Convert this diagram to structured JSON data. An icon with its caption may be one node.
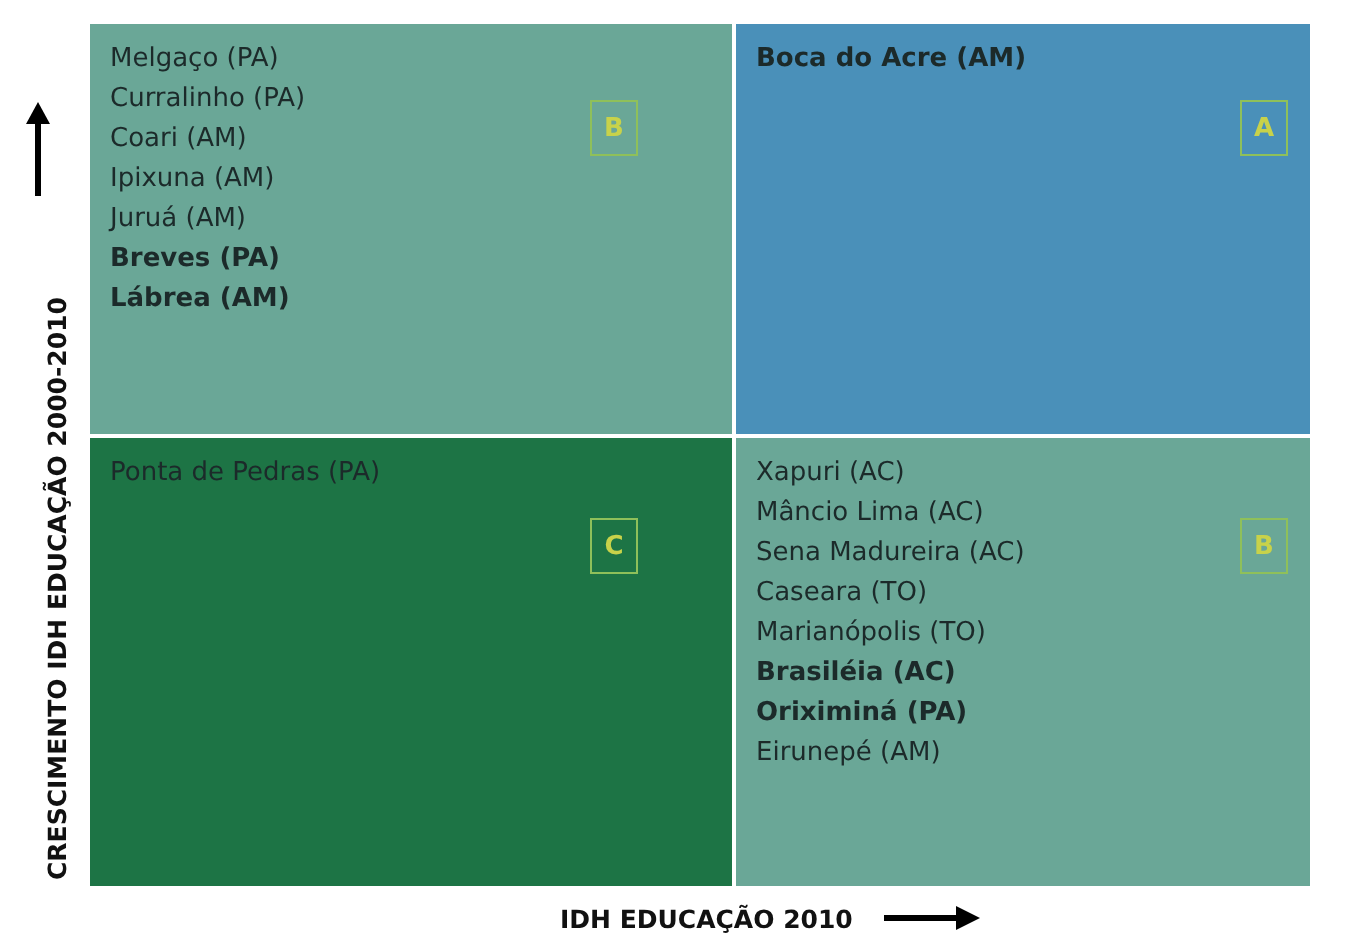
{
  "diagram": {
    "nodes": [
      {
        "text": [
          "Melgaço (PA)",
          "Curralinho (PA)",
          "Coari (AM)",
          "Ipixuna (AM)",
          "Juruá (AM)",
          "**Breves (PA)**",
          "**Lábrea (AM)**"
        ]
      },
      {
        "text": [
          "B"
        ],
        "in": 0
      },
      {
        "text": [
          "**Boca do Acre (AM)**"
        ]
      },
      {
        "text": [
          "A"
        ],
        "in": 2
      },
      {
        "text": [
          "Ponta de Pedras (PA)"
        ]
      },
      {
        "text": [
          "C"
        ],
        "in": 4
      },
      {
        "text": [
          "Xapuri (AC)",
          "Mâncio Lima (AC)",
          "Sena Madureira (AC)",
          "Caseara (TO)",
          "Marianópolis (TO)",
          "**Brasiléia (AC)**",
          "**Oriximiná (PA)**",
          "Eirunepé (AM)"
        ]
      },
      {
        "text": [
          "B"
        ],
        "in": 6
      }
    ],
    "edges": [],
    "labels": [
      "CRESCIMENTO IDH EDUCAÇÃO 2000-2010",
      "IDH EDUCAÇÃO 2010"
    ]
  }
}
